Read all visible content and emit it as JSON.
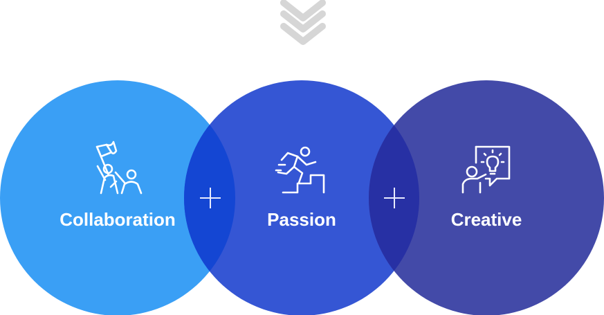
{
  "diagram": {
    "circles": [
      {
        "id": "collaboration",
        "label": "Collaboration",
        "icon": "team-flag-icon",
        "color": "#3a9ff5"
      },
      {
        "id": "passion",
        "label": "Passion",
        "icon": "runner-stairs-icon",
        "color": "#3556d4"
      },
      {
        "id": "creative",
        "label": "Creative",
        "icon": "presenter-lightbulb-icon",
        "color": "#434aa8"
      }
    ],
    "overlaps": [
      {
        "between": [
          "collaboration",
          "passion"
        ],
        "color": "#1446d3",
        "symbol": "plus-icon"
      },
      {
        "between": [
          "passion",
          "creative"
        ],
        "color": "#2730a4",
        "symbol": "plus-icon"
      }
    ],
    "top_indicator": {
      "icon": "double-chevron-down-icon",
      "color": "#d6d6d6"
    }
  }
}
